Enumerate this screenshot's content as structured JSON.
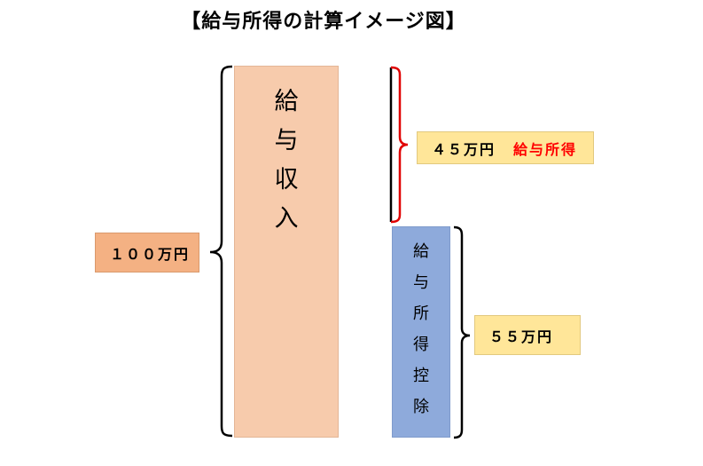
{
  "title": "【給与所得の計算イメージ図】",
  "income_box": {
    "chars": [
      "給",
      "与",
      "収",
      "入"
    ]
  },
  "deduction_box": {
    "chars": [
      "給",
      "与",
      "所",
      "得",
      "控",
      "除"
    ]
  },
  "labels": {
    "total": "１００万円",
    "income_amount": "４５万円",
    "income_name": "給与所得",
    "deduction_amount": "５５万円"
  },
  "colors": {
    "income_box": "#f7cbac",
    "deduction_box": "#8eaadb",
    "label_total": "#f4b183",
    "label_yellow": "#ffe699",
    "accent_red": "#ff0000"
  }
}
